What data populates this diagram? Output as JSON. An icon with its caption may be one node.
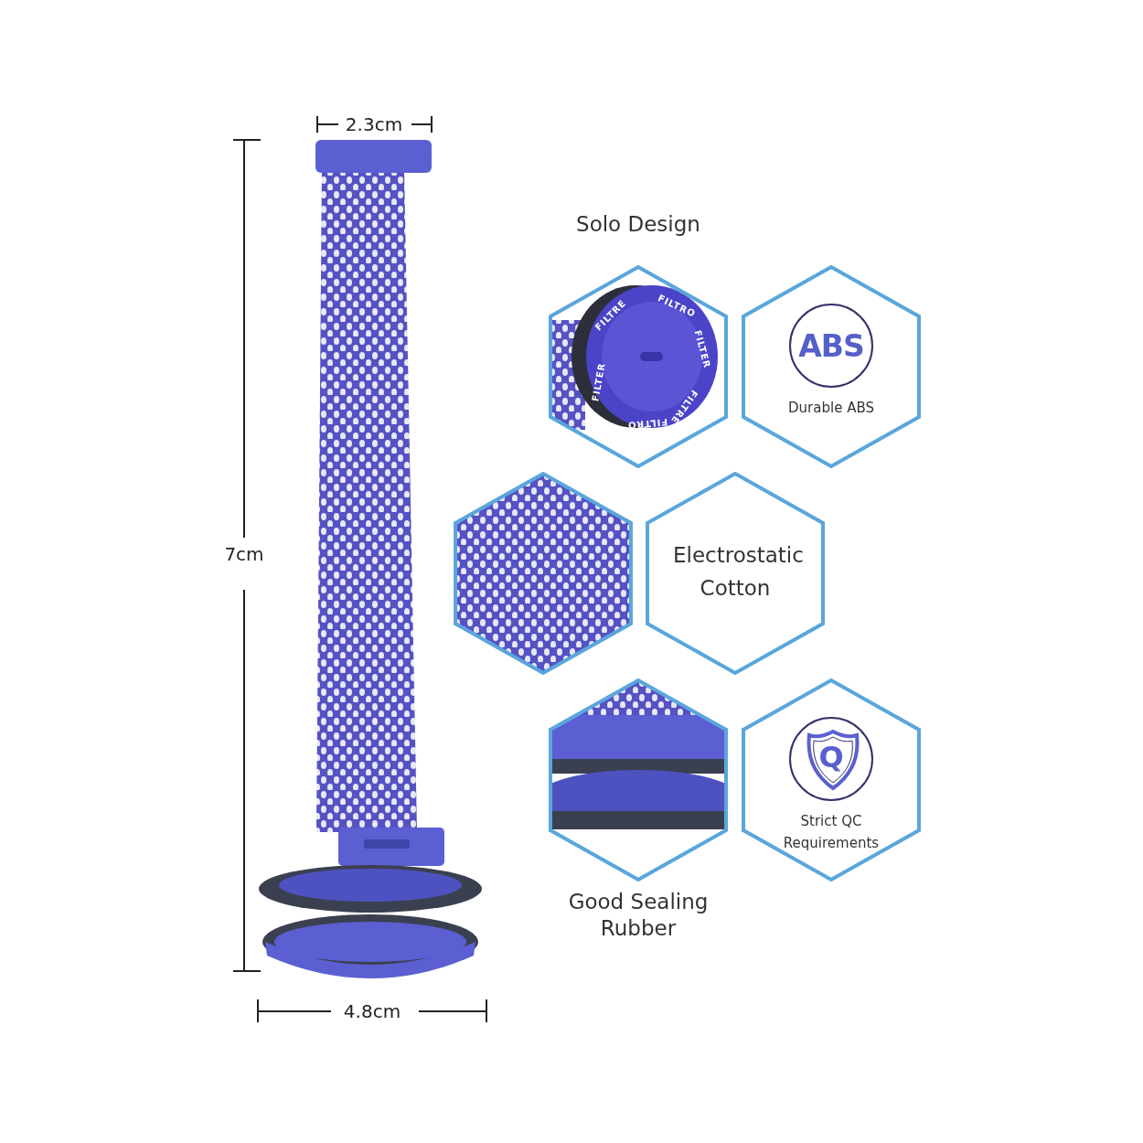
{
  "diagram": {
    "nodes": [
      {
        "text": [
          "Solo Design"
        ]
      },
      {
        "text": [
          "ABS",
          "Durable ABS"
        ]
      },
      {
        "text": [],
        "shape": "hexagon"
      },
      {
        "text": [
          "Electrostatic Cotton"
        ]
      },
      {
        "text": [
          "Good Sealing Rubber"
        ]
      },
      {
        "text": [
          "Q",
          "Strict QC Requirements"
        ]
      }
    ],
    "edges": [],
    "labels": [
      "2.3cm",
      "7cm",
      "4.8cm",
      "FILTRO",
      "FILTRE",
      "FILTER",
      "FILTER",
      "FILTRE",
      "FILTRO"
    ]
  }
}
